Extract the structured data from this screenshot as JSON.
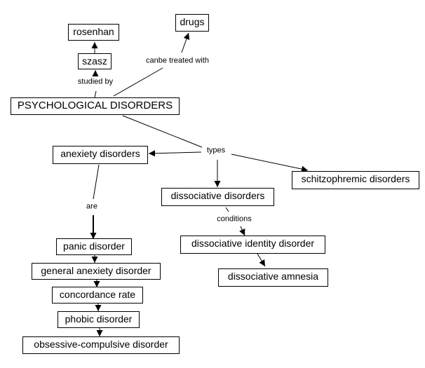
{
  "diagram": {
    "type": "concept-map",
    "colors": {
      "background": "#ffffff",
      "stroke": "#000000",
      "text": "#000000"
    },
    "nodes": {
      "psych": "PSYCHOLOGICAL DISORDERS",
      "szasz": "szasz",
      "rosenhan": "rosenhan",
      "drugs": "drugs",
      "anxiety": "anexiety disorders",
      "dissociative": "dissociative disorders",
      "schizo": "schitzophremic disorders",
      "panic": "panic disorder",
      "general": "general anexiety disorder",
      "concordance": "concordance rate",
      "phobic": "phobic disorder",
      "ocd": "obsessive-compulsive disorder",
      "did": "dissociative identity disorder",
      "amnesia": "dissociative amnesia"
    },
    "link_labels": {
      "studied_by": "studied by",
      "canbe": "canbe treated with",
      "types": "types",
      "are": "are",
      "conditions": "conditions"
    },
    "edges": [
      {
        "from": "psych",
        "via": "studied_by",
        "to": "szasz"
      },
      {
        "from": "szasz",
        "to": "rosenhan"
      },
      {
        "from": "psych",
        "via": "canbe",
        "to": "drugs"
      },
      {
        "from": "psych",
        "via": "types",
        "to": "anxiety"
      },
      {
        "from": "psych",
        "via": "types",
        "to": "dissociative"
      },
      {
        "from": "psych",
        "via": "types",
        "to": "schizo"
      },
      {
        "from": "anxiety",
        "via": "are",
        "to": "panic"
      },
      {
        "from": "panic",
        "to": "general"
      },
      {
        "from": "general",
        "to": "concordance"
      },
      {
        "from": "concordance",
        "to": "phobic"
      },
      {
        "from": "phobic",
        "to": "ocd"
      },
      {
        "from": "dissociative",
        "via": "conditions",
        "to": "did"
      },
      {
        "from": "did",
        "to": "amnesia"
      }
    ]
  }
}
